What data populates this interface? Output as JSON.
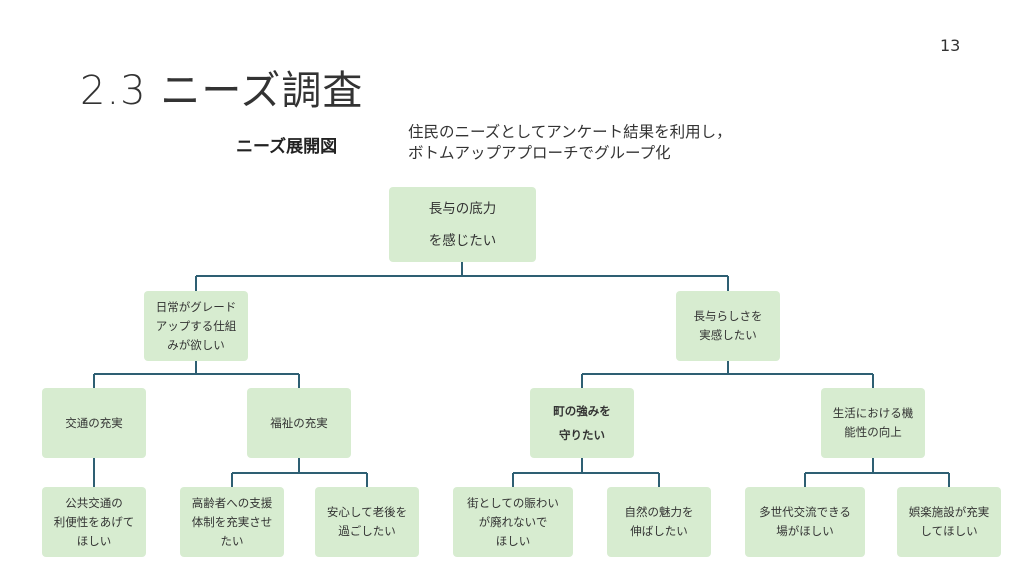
{
  "page_number": "13",
  "title": "2.3 ニーズ調査",
  "diagram_label": "ニーズ展開図",
  "description": {
    "line1": "住民のニーズとしてアンケート結果を利用し，",
    "line2": "ボトムアップアプローチでグループ化"
  },
  "tree": {
    "root": "長与の底力\nを感じたい",
    "left_branch": "日常がグレード\nアップする仕組\nみが欲しい",
    "right_branch": "長与らしさを\n実感したい",
    "transport": "交通の充実",
    "welfare": "福祉の充実",
    "town_strength": "町の強みを\n守りたい",
    "living_function": "生活における機\n能性の向上",
    "public_transport": "公共交通の\n利便性をあげて\nほしい",
    "elderly_support": "高齢者への支援\n体制を充実させ\nたい",
    "peace_of_mind": "安心して老後を\n過ごしたい",
    "street_bustle": "街としての賑わい\nが廃れないで\nほしい",
    "nature_charm": "自然の魅力を\n伸ばしたい",
    "intergenerational": "多世代交流できる\n場がほしい",
    "entertainment": "娯楽施設が充実\nしてほしい"
  },
  "colors": {
    "node_fill": "#d7ecd0",
    "connector": "#2e5f73"
  }
}
